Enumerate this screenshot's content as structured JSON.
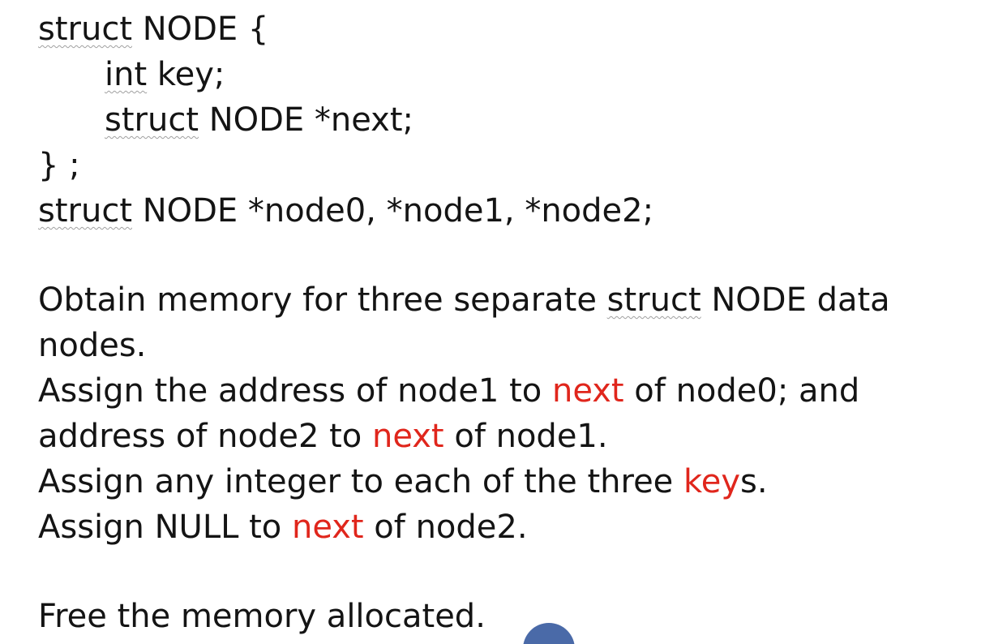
{
  "code": {
    "line1": {
      "kw": "struct",
      "rest": " NODE {"
    },
    "line2": {
      "kw": "int",
      "rest": " key;"
    },
    "line3": {
      "kw": "struct",
      "rest": " NODE *next;"
    },
    "line4": {
      "text": "} ;"
    },
    "line5": {
      "kw": "struct",
      "rest": " NODE *node0, *node1, *node2;"
    }
  },
  "instructions": {
    "p1a": "Obtain memory for three separate ",
    "p1_kw": "struct",
    "p1b": " NODE data",
    "p2": "nodes.",
    "p3a": "Assign the address of node1 to ",
    "p3_red": "next",
    "p3b": " of node0; and",
    "p4a": "address of node2 to ",
    "p4_red": "next",
    "p4b": " of node1.",
    "p5a": "Assign any integer to each of the three ",
    "p5_red": "key",
    "p5b": "s.",
    "p6a": "Assign NULL to ",
    "p6_red": "next",
    "p6b": " of node2.",
    "p7": "Free the memory allocated."
  },
  "colors": {
    "text": "#141414",
    "highlight": "#e0261c",
    "fab": "#4a6aa8"
  }
}
